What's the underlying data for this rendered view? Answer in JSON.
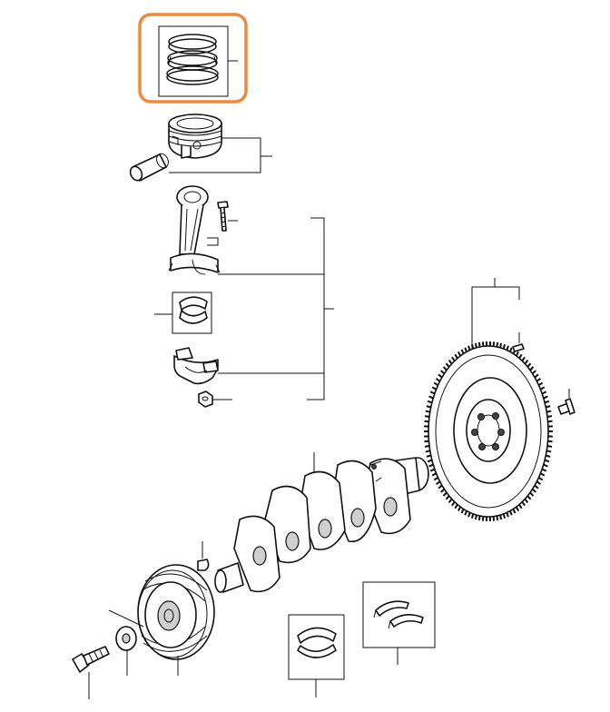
{
  "highlight_color": "#ee8a3a",
  "parts": [
    {
      "id": "piston-rings",
      "icon": "piston-ring-set-icon",
      "selected": true
    },
    {
      "id": "piston",
      "icon": "piston-icon",
      "selected": false
    },
    {
      "id": "piston-pin",
      "icon": "piston-pin-icon",
      "selected": false
    },
    {
      "id": "connecting-rod",
      "icon": "connecting-rod-icon",
      "selected": false
    },
    {
      "id": "rod-bolt",
      "icon": "bolt-icon",
      "selected": false
    },
    {
      "id": "rod-bearing",
      "icon": "bearing-shell-icon",
      "selected": false
    },
    {
      "id": "rod-cap",
      "icon": "rod-cap-icon",
      "selected": false
    },
    {
      "id": "rod-nut",
      "icon": "nut-icon",
      "selected": false
    },
    {
      "id": "flywheel",
      "icon": "flywheel-icon",
      "selected": false
    },
    {
      "id": "dowel-pin",
      "icon": "dowel-pin-icon",
      "selected": false
    },
    {
      "id": "flywheel-bolt",
      "icon": "bolt-icon",
      "selected": false
    },
    {
      "id": "crankshaft",
      "icon": "crankshaft-icon",
      "selected": false
    },
    {
      "id": "woodruff-key",
      "icon": "key-icon",
      "selected": false
    },
    {
      "id": "crank-pulley",
      "icon": "pulley-icon",
      "selected": false
    },
    {
      "id": "washer",
      "icon": "washer-icon",
      "selected": false
    },
    {
      "id": "pulley-bolt",
      "icon": "bolt-icon",
      "selected": false
    },
    {
      "id": "main-bearing",
      "icon": "bearing-shell-icon",
      "selected": false
    },
    {
      "id": "thrust-washers",
      "icon": "thrust-washer-icon",
      "selected": false
    }
  ]
}
